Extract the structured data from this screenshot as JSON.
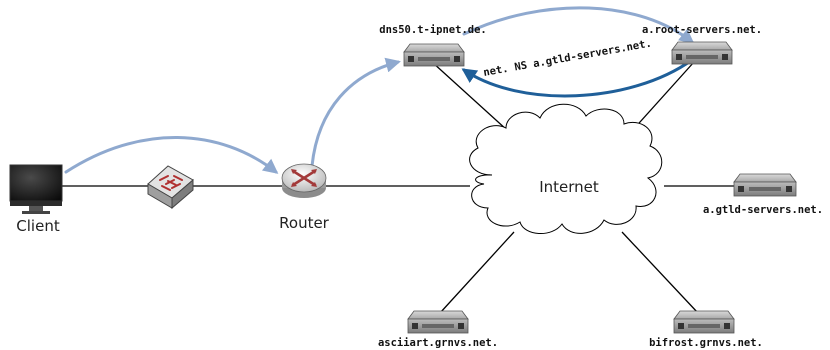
{
  "nodes": {
    "client": {
      "label": "Client"
    },
    "router": {
      "label": "Router"
    },
    "internet": {
      "label": "Internet"
    },
    "dns_resolver": {
      "label": "dns50.t-ipnet.de."
    },
    "root_server": {
      "label": "a.root-servers.net."
    },
    "gtld_server": {
      "label": "a.gtld-servers.net."
    },
    "asciiart": {
      "label": "asciiart.grnvs.net."
    },
    "bifrost": {
      "label": "bifrost.grnvs.net."
    }
  },
  "messages": {
    "referral": {
      "label": "net. NS a.gtld-servers.net."
    }
  },
  "colors": {
    "query_arrow": "#8fa9cf",
    "response_arrow": "#1f5f99",
    "link": "#000000",
    "router_cross": "#a33a3a"
  },
  "icons": {
    "client": "monitor-icon",
    "switch": "switch-icon",
    "router": "router-icon",
    "cloud": "cloud-icon",
    "server": "server-icon"
  }
}
